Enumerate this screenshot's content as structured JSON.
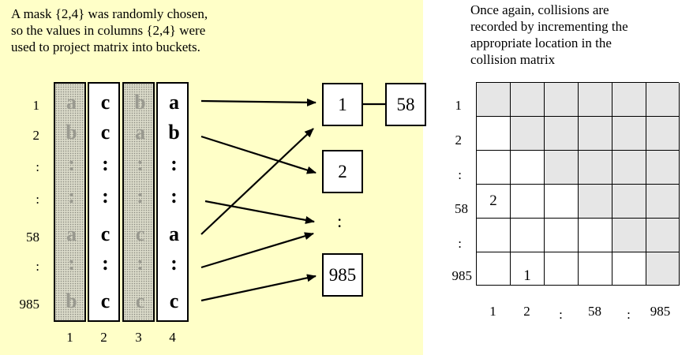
{
  "left_caption": "A mask  {2,4} was randomly chosen,\nso the values in columns {2,4} were\nused to project matrix  into buckets.",
  "right_caption": "Once again, collisions are\nrecorded by incrementing the\nappropriate location in the\ncollision matrix",
  "matrix": {
    "row_labels": [
      "1",
      "2",
      ":",
      ":",
      "58",
      ":",
      "985"
    ],
    "col_labels": [
      "1",
      "2",
      "3",
      "4"
    ],
    "masked_columns": [
      1,
      3
    ],
    "columns": [
      [
        "a",
        "b",
        ":",
        ":",
        "a",
        ":",
        "b"
      ],
      [
        "c",
        "c",
        ":",
        ":",
        "c",
        ":",
        "c"
      ],
      [
        "b",
        "a",
        ":",
        ":",
        "c",
        ":",
        "c"
      ],
      [
        "a",
        "b",
        ":",
        ":",
        "a",
        ":",
        "c"
      ]
    ]
  },
  "buckets": {
    "items": [
      "1",
      "2",
      ":",
      "985"
    ],
    "chained": "58"
  },
  "collision_matrix": {
    "row_labels": [
      "1",
      "2",
      ":",
      "58",
      ":",
      "985"
    ],
    "col_labels": [
      "1",
      "2",
      ":",
      "58",
      ":",
      "985"
    ],
    "entries": [
      {
        "row": 3,
        "col": 0,
        "value": "2"
      },
      {
        "row": 5,
        "col": 1,
        "value": "1"
      }
    ],
    "fill_gray": "#e6e6e6"
  }
}
